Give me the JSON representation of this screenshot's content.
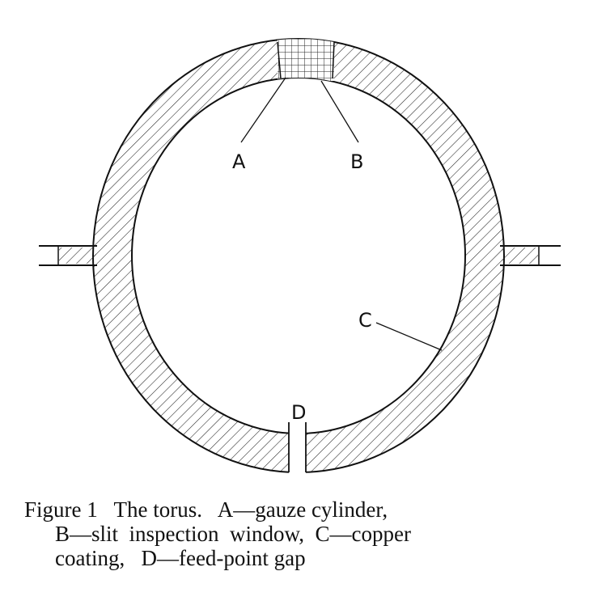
{
  "labels": {
    "a": "A",
    "b": "B",
    "c": "C",
    "d": "D"
  },
  "caption": {
    "line1": "Figure 1   The torus.   A—gauze cylinder,",
    "line2": "B—slit  inspection  window,  C—copper",
    "line3": "coating,   D—feed-point gap"
  },
  "colors": {
    "ink": "#111111",
    "background": "#ffffff"
  }
}
